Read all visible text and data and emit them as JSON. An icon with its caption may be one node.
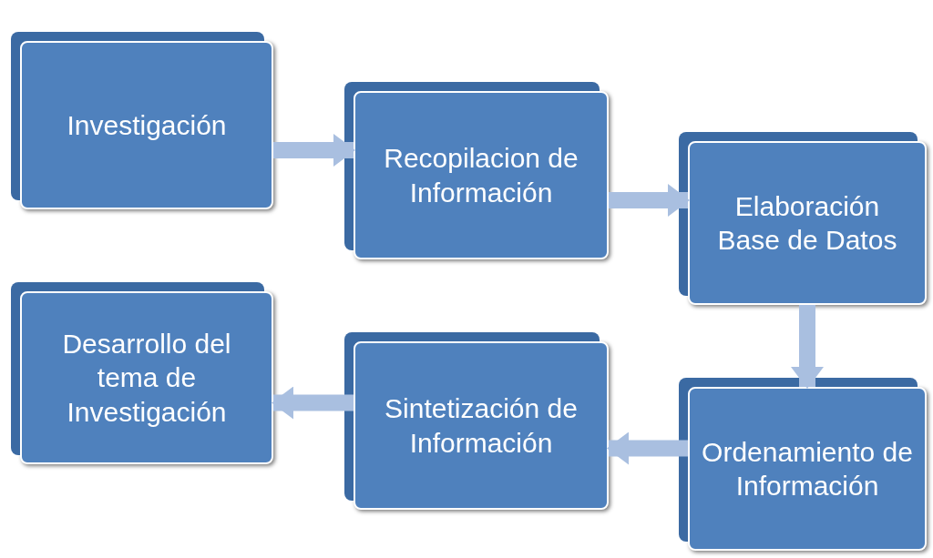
{
  "diagram": {
    "nodes": [
      {
        "text": [
          "Investigación"
        ]
      },
      {
        "text": [
          "Recopilacion de Información"
        ]
      },
      {
        "text": [
          "Elaboración Base de Datos"
        ]
      },
      {
        "text": [
          "Ordenamiento de Información"
        ]
      },
      {
        "text": [
          "Sintetización de Información"
        ]
      },
      {
        "text": [
          "Desarrollo del tema de Investigación"
        ]
      }
    ],
    "edges": [
      {
        "from": 0,
        "to": 1,
        "arrow": "to"
      },
      {
        "from": 1,
        "to": 2,
        "arrow": "to"
      },
      {
        "from": 2,
        "to": 3,
        "arrow": "to"
      },
      {
        "from": 3,
        "to": 4,
        "arrow": "to"
      },
      {
        "from": 4,
        "to": 5,
        "arrow": "to"
      }
    ]
  }
}
